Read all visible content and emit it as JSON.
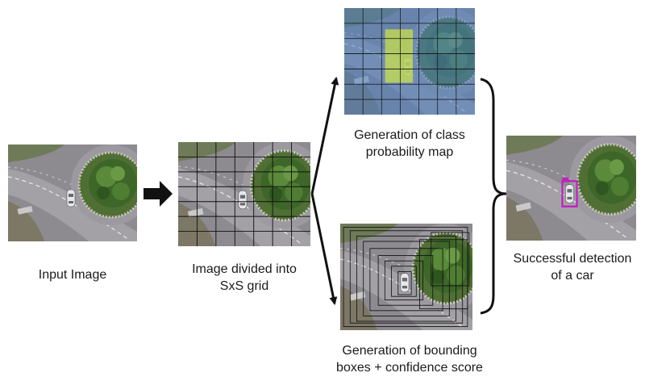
{
  "captions": {
    "input": "Input Image",
    "grid_line1": "Image divided into",
    "grid_line2": "SxS grid",
    "classmap_line1": "Generation of class",
    "classmap_line2": "probability map",
    "boxes_line1": "Generation of bounding",
    "boxes_line2": "boxes + confidence score",
    "detection_line1": "Successful detection",
    "detection_line2": "of a car"
  },
  "grid": {
    "rows": 7,
    "cols": 7
  },
  "colors": {
    "road": "#8e8e92",
    "roundabout_grass": "#5b7a38",
    "trees": "#3f6a2a",
    "car": "#e6e6ea",
    "grid_line": "#111111",
    "class_map_blue": "#4a7fc4",
    "class_map_yellow": "#c9e04a",
    "detection_box": "#c21fc4",
    "arrow": "#111111"
  }
}
